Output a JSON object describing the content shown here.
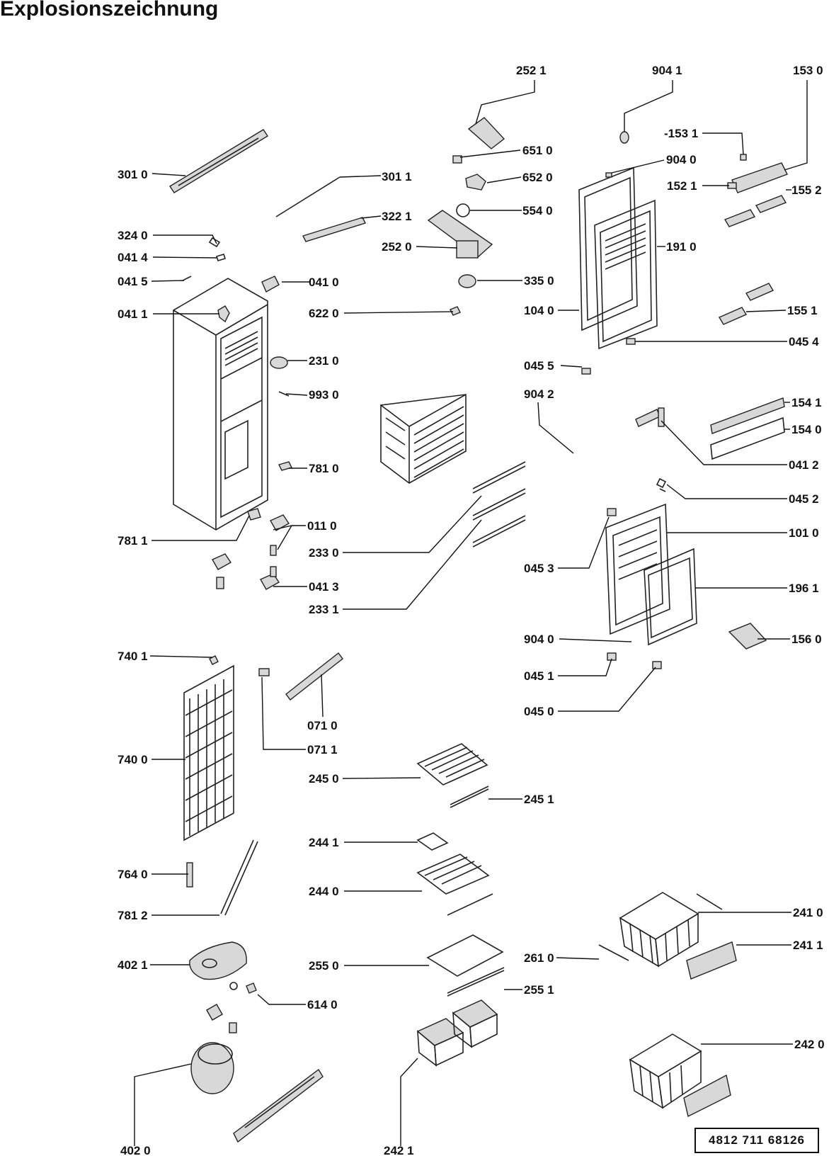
{
  "title": "Explosionszeichnung",
  "document_number": "4812  711  68126",
  "labels": {
    "p2521": "252 1",
    "p9041": "904 1",
    "p1530": "153 0",
    "p3010": "301 0",
    "p6510": "651 0",
    "p9040a": "904 0",
    "p1531": "-153 1",
    "p1521": "152 1",
    "p1552": "155 2",
    "p3011": "301 1",
    "p6520": "652 0",
    "p5540": "554 0",
    "p3240": "324 0",
    "p3221": "322 1",
    "p0414": "041 4",
    "p2520": "252 0",
    "p1910": "191 0",
    "p0415": "041 5",
    "p0410": "041 0",
    "p3350": "335 0",
    "p0411": "041 1",
    "p6220": "622 0",
    "p1040": "104 0",
    "p1551": "155 1",
    "p0454": "045 4",
    "p2310": "231 0",
    "p0455": "045 5",
    "p9930": "993 0",
    "p9042": "904 2",
    "p1541": "154 1",
    "p1540": "154 0",
    "p7810": "781 0",
    "p0412": "041 2",
    "p0452": "045 2",
    "p7811": "781 1",
    "p0110": "011 0",
    "p1010": "101 0",
    "p2330": "233 0",
    "p0453": "045 3",
    "p0413": "041 3",
    "p1961": "196 1",
    "p2331": "233 1",
    "p9040b": "904 0",
    "p1560": "156 0",
    "p7401": "740 1",
    "p0451": "045 1",
    "p0450": "045 0",
    "p0710": "071 0",
    "p0711": "071 1",
    "p7400": "740 0",
    "p2450": "245 0",
    "p2451": "245 1",
    "p2441": "244 1",
    "p7640": "764 0",
    "p2440": "244 0",
    "p7812": "781 2",
    "p2410": "241 0",
    "p2610": "261 0",
    "p2411": "241 1",
    "p4021": "402 1",
    "p2550": "255 0",
    "p2551": "255 1",
    "p6140": "614 0",
    "p2420": "242 0",
    "p4020": "402 0",
    "p2421": "242 1"
  }
}
